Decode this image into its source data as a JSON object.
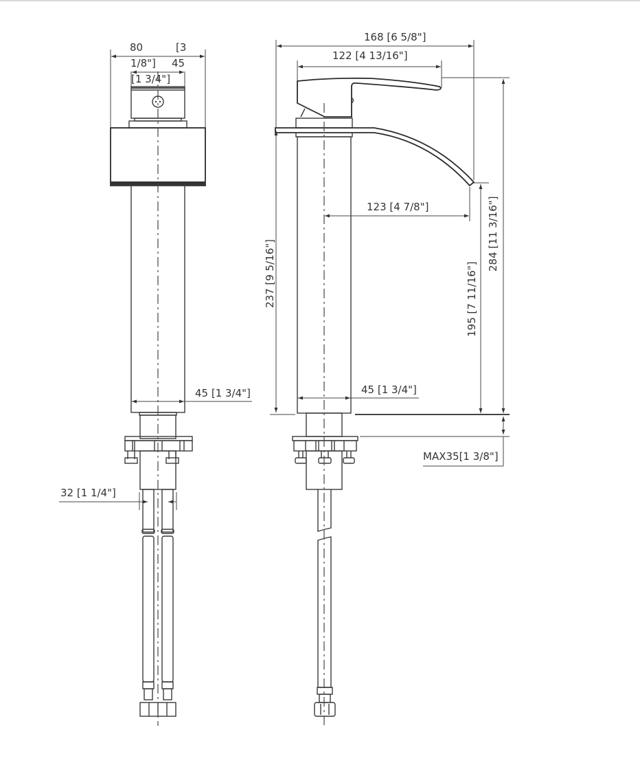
{
  "drawing": {
    "title": "Faucet dimensional drawing",
    "views": [
      {
        "name": "front-view"
      },
      {
        "name": "side-view"
      }
    ],
    "front_view": {
      "dimensions": {
        "base_width": "80",
        "base_width_inch_part1": "[3",
        "base_width_inch_part2": "1/8\"]",
        "handle_width": "45",
        "handle_width_inch": "[1 3/4\"]",
        "body_diameter": "45 [1 3/4\"]",
        "supply_spacing": "32 [1 1/4\"]"
      }
    },
    "side_view": {
      "dimensions": {
        "overall_depth": "168 [6 5/8\"]",
        "handle_length": "122 [4 13/16\"]",
        "spout_reach": "123 [4 7/8\"]",
        "deck_height": "237 [9 5/16\"]",
        "spout_clearance": "195 [7 11/16\"]",
        "overall_height": "284 [11 3/16\"]",
        "body_diameter": "45 [1 3/4\"]",
        "max_deck_thickness": "MAX35[1 3/8\"]"
      }
    },
    "colors": {
      "line": "#3a3a3a",
      "background": "#ffffff",
      "border": "#d9d9d9"
    }
  }
}
